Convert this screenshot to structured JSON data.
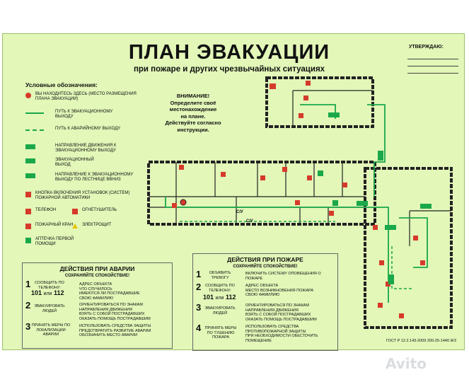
{
  "title": "ПЛАН ЭВАКУАЦИИ",
  "subtitle": "при пожаре и других чрезвычайных ситуациях",
  "approve_label": "УТВЕРЖДАЮ:",
  "legend": {
    "title": "Условные обозначения:",
    "items": [
      "ВЫ НАХОДИТЕСЬ ЗДЕСЬ (МЕСТО РАЗМЕЩЕНИЯ ПЛАНА ЭВАКУАЦИИ)",
      "ПУТЬ К ЭВАКУАЦИОННОМУ ВЫХОДУ",
      "ПУТЬ К АВАРИЙНОМУ ВЫХОДУ",
      "НАПРАВЛЕНИЕ ДВИЖЕНИЯ К ЭВАКУАЦИОННОМУ ВЫХОДУ",
      "ЭВАКУАЦИОННЫЙ ВЫХОД",
      "НАПРАВЛЕНИЕ К ЭВАКУАЦИОННОМУ ВЫХОДУ ПО ЛЕСТНИЦЕ ВВНИЗ",
      "КНОПКА ВКЛЮЧЕНИЯ УСТАНОВОК (СИСТЕМ) ПОЖАРНОЙ АВТОМАТИКИ"
    ],
    "pairs": [
      {
        "left": "ТЕЛЕФОН",
        "right": "ОГНЕТУШИТЕЛЬ"
      },
      {
        "left": "ПОЖАРНЫЙ КРАН",
        "right": "ЭЛЕКТРОЩИТ"
      }
    ],
    "last": "АПТЕЧКА ПЕРВОЙ ПОМОЩИ"
  },
  "warning": {
    "line1": "ВНИМАНИЕ!",
    "line2": "Определите своё",
    "line3": "местонахождение",
    "line4": "на плане.",
    "line5": "Действуйте согласно",
    "line6": "инструкции."
  },
  "stairs_label": "С/У",
  "accident": {
    "title": "ДЕЙСТВИЯ ПРИ АВАРИИ",
    "subtitle": "СОХРАНЯЙТЕ СПОКОЙСТВИЕ!",
    "steps": [
      {
        "num": "1",
        "text": "СООБЩИТЬ ПО ТЕЛЕФОНУ:"
      },
      {
        "num": "2",
        "text": "ЭВАКУИРОВАТЬ ЛЮДЕЙ"
      },
      {
        "num": "3",
        "text": "ПРИНЯТЬ МЕРЫ ПО ЛОКАЛИЗАЦИИ АВАРИИ"
      }
    ],
    "phone_101": "101",
    "phone_or": "или",
    "phone_112": "112",
    "actions1": [
      "АДРЕС ОБЪЕКТА",
      "ЧТО СЛУЧИЛОСЬ",
      "ИМЕЮТСЯ ЛИ ПОСТРАДАВШИЕ",
      "СВОЮ ФАМИЛИЮ"
    ],
    "actions2": [
      "ОРИЕНТИРОВАТЬСЯ ПО ЗНАКАМ НАПРАВЛЕНИЯ ДВИЖЕНИЯ",
      "ВЗЯТЬ С СОБОЙ ПОСТРАДАВШИХ",
      "ОКАЗАТЬ ПОМОЩЬ ПОСТРАДАВШИМ"
    ],
    "actions3": [
      "ИСПОЛЬЗОВАТЬ СРЕДСТВА ЗАЩИТЫ",
      "ПРЕДОТВРАТИТЬ РАЗВИТИЕ АВАРИИ",
      "ОБОЗНАЧИТЬ МЕСТО АВАРИИ"
    ]
  },
  "fire": {
    "title": "ДЕЙСТВИЯ ПРИ ПОЖАРЕ",
    "subtitle": "СОХРАНЯЙТЕ СПОКОЙСТВИЕ!",
    "steps": [
      {
        "num": "1",
        "text": "ОБЪЯВИТЬ ТРЕВОГУ"
      },
      {
        "num": "2",
        "text": "СООБЩИТЬ ПО ТЕЛЕФОНУ:"
      },
      {
        "num": "3",
        "text": "ЭВАКУИРОВАТЬ ЛЮДЕЙ"
      },
      {
        "num": "4",
        "text": "ПРИНЯТЬ МЕРЫ ПО ТУШЕНИЮ ПОЖАРА"
      }
    ],
    "phone_101": "101",
    "phone_or": "или",
    "phone_112": "112",
    "actions1": [
      "ВКЛЮЧИТЬ СИСТЕМУ ОПОВЕЩЕНИЯ О ПОЖАРЕ"
    ],
    "actions2": [
      "АДРЕС ОБЪЕКТА",
      "МЕСТО ВОЗНИКНОВЕНИЯ ПОЖАРА",
      "СВОЮ ФАМИЛИЮ"
    ],
    "actions3": [
      "ОРИЕНТИРОВАТЬСЯ ПО ЗНАКАМ НАПРАВЛЕНИЯ ДВИЖЕНИЯ",
      "ВЗЯТЬ С СОБОЙ ПОСТРАДАВШИХ",
      "ОКАЗАТЬ ПОМОЩЬ ПОСТРАДАВШИМ"
    ],
    "actions4": [
      "ИСПОЛЬЗОВАТЬ СРЕДСТВА ПРОТИВОПОЖАРНОЙ ЗАЩИТЫ",
      "ПРИ НЕОБХОДИМОСТИ ОБЕСТОЧИТЬ ПОМЕЩЕНИЕ"
    ]
  },
  "gost": "ГОСТ Р 12.2.143-2009 200-25-1440 ЖЗ",
  "watermark": "Avito",
  "colors": {
    "board": "#e2f7b8",
    "green": "#1aa84a",
    "red": "#d63a2a",
    "wall": "#222222"
  }
}
